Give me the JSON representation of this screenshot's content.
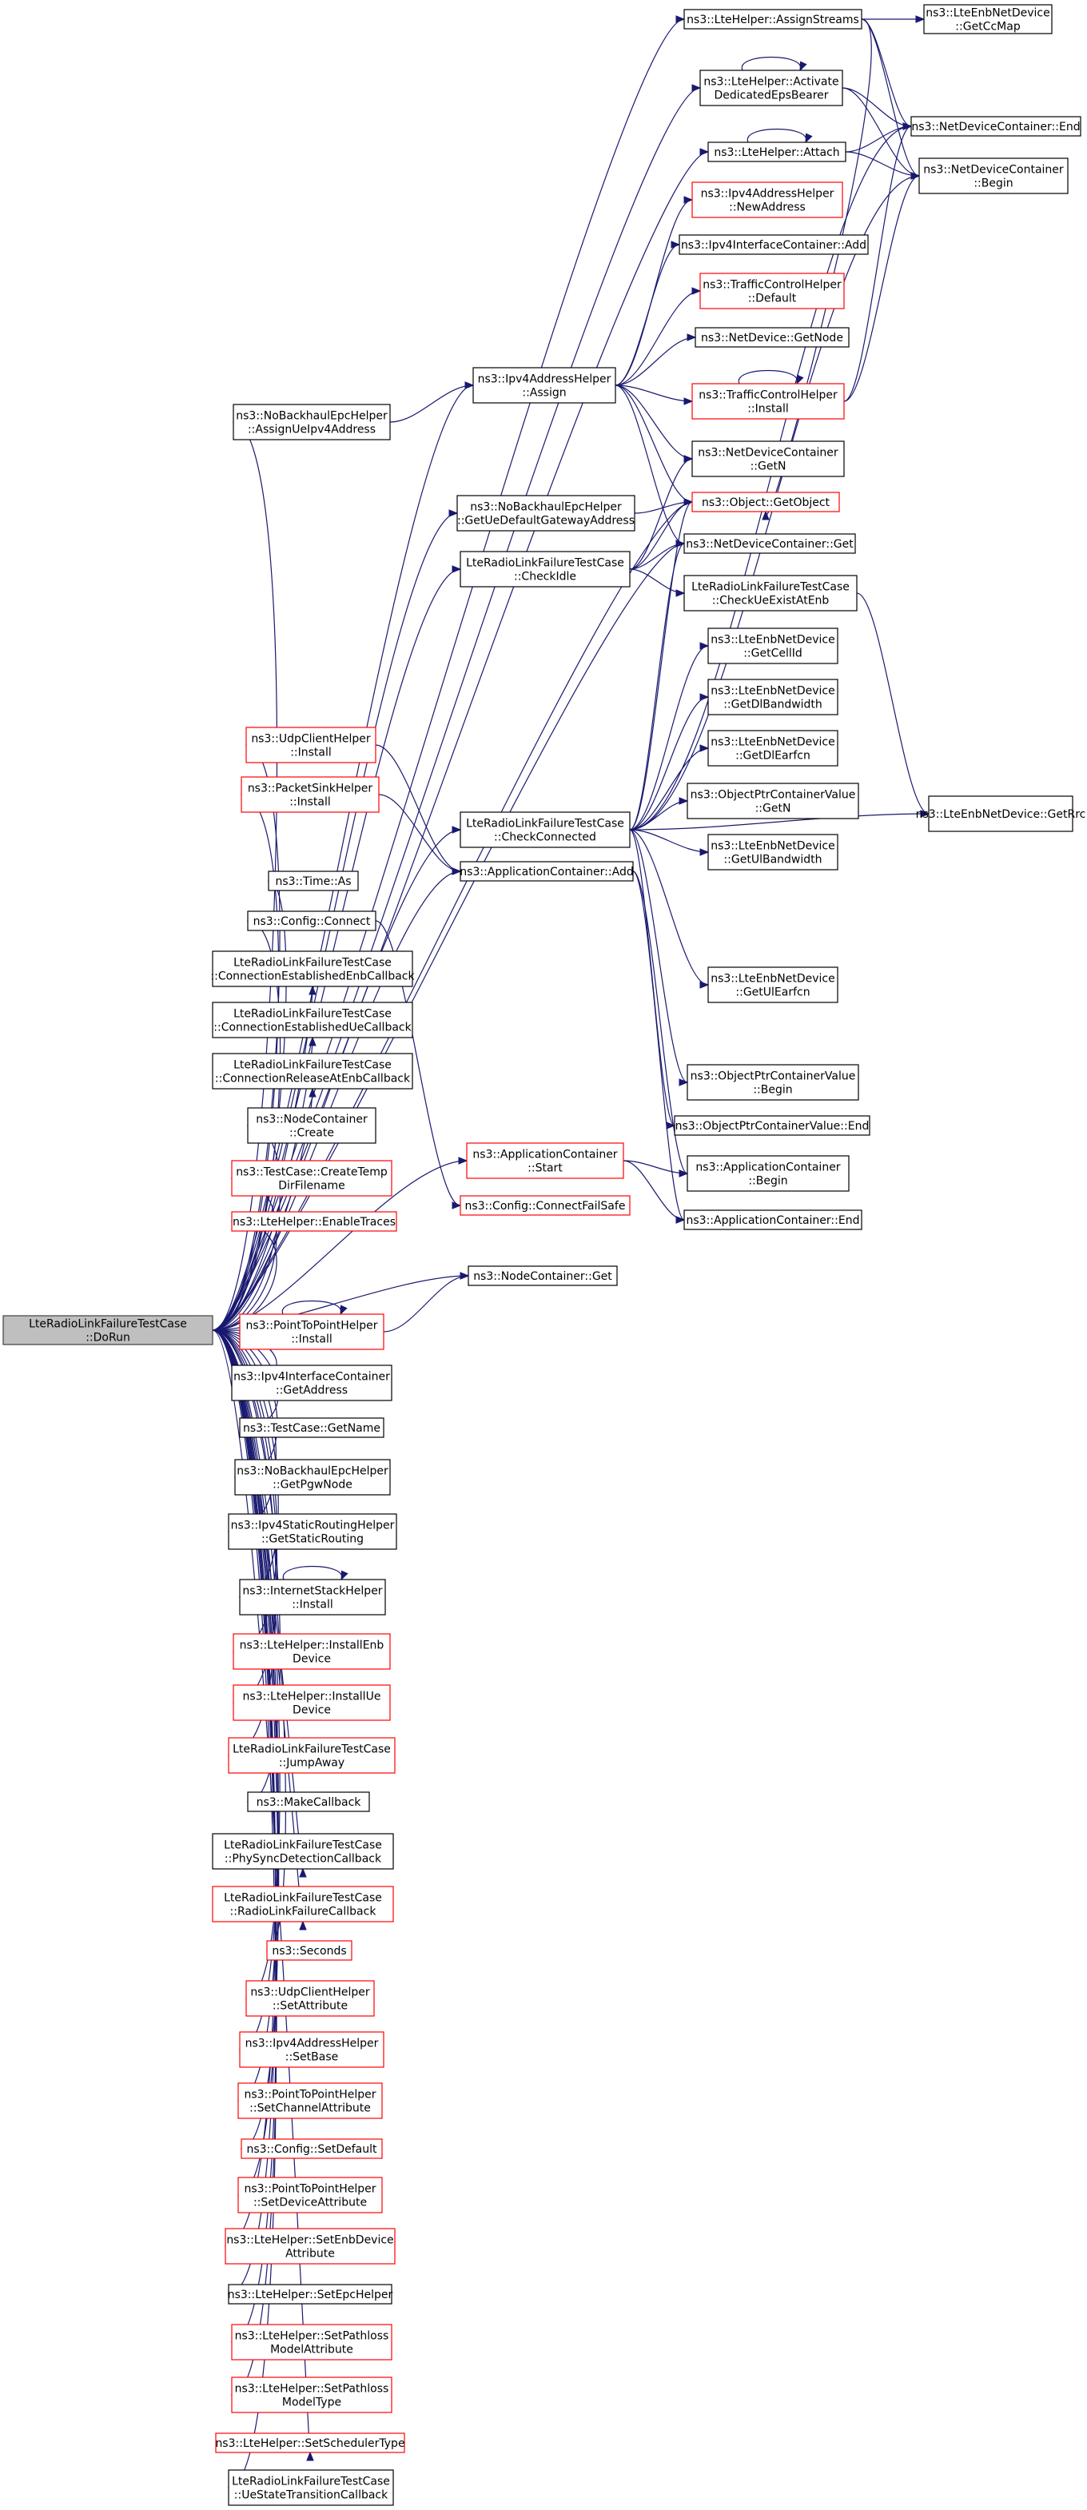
{
  "graph": {
    "nodes": [
      {
        "id": "root",
        "lines": [
          "LteRadioLinkFailureTestCase",
          "::DoRun"
        ],
        "style": "root"
      },
      {
        "id": "assignStreams",
        "lines": [
          "ns3::LteHelper::AssignStreams"
        ],
        "style": "black"
      },
      {
        "id": "getCcMap",
        "lines": [
          "ns3::LteEnbNetDevice",
          "::GetCcMap"
        ],
        "style": "black"
      },
      {
        "id": "activateDedicated",
        "lines": [
          "ns3::LteHelper::Activate",
          "DedicatedEpsBearer"
        ],
        "style": "black"
      },
      {
        "id": "ndcEnd",
        "lines": [
          "ns3::NetDeviceContainer::End"
        ],
        "style": "black"
      },
      {
        "id": "attach",
        "lines": [
          "ns3::LteHelper::Attach"
        ],
        "style": "black"
      },
      {
        "id": "ndcBegin",
        "lines": [
          "ns3::NetDeviceContainer",
          "::Begin"
        ],
        "style": "black"
      },
      {
        "id": "newAddress",
        "lines": [
          "ns3::Ipv4AddressHelper",
          "::NewAddress"
        ],
        "style": "red"
      },
      {
        "id": "ipv4icAdd",
        "lines": [
          "ns3::Ipv4InterfaceContainer::Add"
        ],
        "style": "black"
      },
      {
        "id": "tchDefault",
        "lines": [
          "ns3::TrafficControlHelper",
          "::Default"
        ],
        "style": "red"
      },
      {
        "id": "getNode",
        "lines": [
          "ns3::NetDevice::GetNode"
        ],
        "style": "black"
      },
      {
        "id": "assignUeIpv4",
        "lines": [
          "ns3::NoBackhaulEpcHelper",
          "::AssignUeIpv4Address"
        ],
        "style": "black"
      },
      {
        "id": "ipv4Assign",
        "lines": [
          "ns3::Ipv4AddressHelper",
          "::Assign"
        ],
        "style": "black"
      },
      {
        "id": "tchInstall",
        "lines": [
          "ns3::TrafficControlHelper",
          "::Install"
        ],
        "style": "red"
      },
      {
        "id": "ndcGetN",
        "lines": [
          "ns3::NetDeviceContainer",
          "::GetN"
        ],
        "style": "black"
      },
      {
        "id": "getUeDefaultGw",
        "lines": [
          "ns3::NoBackhaulEpcHelper",
          "::GetUeDefaultGatewayAddress"
        ],
        "style": "black"
      },
      {
        "id": "getObject",
        "lines": [
          "ns3::Object::GetObject"
        ],
        "style": "red"
      },
      {
        "id": "checkIdle",
        "lines": [
          "LteRadioLinkFailureTestCase",
          "::CheckIdle"
        ],
        "style": "black"
      },
      {
        "id": "ndcGet",
        "lines": [
          "ns3::NetDeviceContainer::Get"
        ],
        "style": "black"
      },
      {
        "id": "checkUeExist",
        "lines": [
          "LteRadioLinkFailureTestCase",
          "::CheckUeExistAtEnb"
        ],
        "style": "black"
      },
      {
        "id": "getCellId",
        "lines": [
          "ns3::LteEnbNetDevice",
          "::GetCellId"
        ],
        "style": "black"
      },
      {
        "id": "getDlBandwidth",
        "lines": [
          "ns3::LteEnbNetDevice",
          "::GetDlBandwidth"
        ],
        "style": "black"
      },
      {
        "id": "getDlEarfcn",
        "lines": [
          "ns3::LteEnbNetDevice",
          "::GetDlEarfcn"
        ],
        "style": "black"
      },
      {
        "id": "udpClientInstall",
        "lines": [
          "ns3::UdpClientHelper",
          "::Install"
        ],
        "style": "red"
      },
      {
        "id": "opcvGetN",
        "lines": [
          "ns3::ObjectPtrContainerValue",
          "::GetN"
        ],
        "style": "black"
      },
      {
        "id": "packetSinkInstall",
        "lines": [
          "ns3::PacketSinkHelper",
          "::Install"
        ],
        "style": "red"
      },
      {
        "id": "checkConnected",
        "lines": [
          "LteRadioLinkFailureTestCase",
          "::CheckConnected"
        ],
        "style": "black"
      },
      {
        "id": "getRrc",
        "lines": [
          "ns3::LteEnbNetDevice::GetRrc"
        ],
        "style": "black"
      },
      {
        "id": "getUlBandwidth",
        "lines": [
          "ns3::LteEnbNetDevice",
          "::GetUlBandwidth"
        ],
        "style": "black"
      },
      {
        "id": "timeAs",
        "lines": [
          "ns3::Time::As"
        ],
        "style": "black"
      },
      {
        "id": "appcAdd",
        "lines": [
          "ns3::ApplicationContainer::Add"
        ],
        "style": "black"
      },
      {
        "id": "configConnect",
        "lines": [
          "ns3::Config::Connect"
        ],
        "style": "black"
      },
      {
        "id": "connEstEnb",
        "lines": [
          "LteRadioLinkFailureTestCase",
          "::ConnectionEstablishedEnbCallback"
        ],
        "style": "black"
      },
      {
        "id": "getUlEarfcn",
        "lines": [
          "ns3::LteEnbNetDevice",
          "::GetUlEarfcn"
        ],
        "style": "black"
      },
      {
        "id": "connEstUe",
        "lines": [
          "LteRadioLinkFailureTestCase",
          "::ConnectionEstablishedUeCallback"
        ],
        "style": "black"
      },
      {
        "id": "connRelEnb",
        "lines": [
          "LteRadioLinkFailureTestCase",
          "::ConnectionReleaseAtEnbCallback"
        ],
        "style": "black"
      },
      {
        "id": "opcvBegin",
        "lines": [
          "ns3::ObjectPtrContainerValue",
          "::Begin"
        ],
        "style": "black"
      },
      {
        "id": "opcvEnd",
        "lines": [
          "ns3::ObjectPtrContainerValue::End"
        ],
        "style": "black"
      },
      {
        "id": "nodeCreate",
        "lines": [
          "ns3::NodeContainer",
          "::Create"
        ],
        "style": "black"
      },
      {
        "id": "appcStart",
        "lines": [
          "ns3::ApplicationContainer",
          "::Start"
        ],
        "style": "red"
      },
      {
        "id": "appcBegin",
        "lines": [
          "ns3::ApplicationContainer",
          "::Begin"
        ],
        "style": "black"
      },
      {
        "id": "createTemp",
        "lines": [
          "ns3::TestCase::CreateTemp",
          "DirFilename"
        ],
        "style": "red"
      },
      {
        "id": "connectFailSafe",
        "lines": [
          "ns3::Config::ConnectFailSafe"
        ],
        "style": "red"
      },
      {
        "id": "appcEnd",
        "lines": [
          "ns3::ApplicationContainer::End"
        ],
        "style": "black"
      },
      {
        "id": "enableTraces",
        "lines": [
          "ns3::LteHelper::EnableTraces"
        ],
        "style": "red"
      },
      {
        "id": "nodeGet",
        "lines": [
          "ns3::NodeContainer::Get"
        ],
        "style": "black"
      },
      {
        "id": "p2pInstall",
        "lines": [
          "ns3::PointToPointHelper",
          "::Install"
        ],
        "style": "red"
      },
      {
        "id": "ipv4icGetAddress",
        "lines": [
          "ns3::Ipv4InterfaceContainer",
          "::GetAddress"
        ],
        "style": "black"
      },
      {
        "id": "getName",
        "lines": [
          "ns3::TestCase::GetName"
        ],
        "style": "black"
      },
      {
        "id": "getPgwNode",
        "lines": [
          "ns3::NoBackhaulEpcHelper",
          "::GetPgwNode"
        ],
        "style": "black"
      },
      {
        "id": "getStaticRouting",
        "lines": [
          "ns3::Ipv4StaticRoutingHelper",
          "::GetStaticRouting"
        ],
        "style": "black"
      },
      {
        "id": "ishInstall",
        "lines": [
          "ns3::InternetStackHelper",
          "::Install"
        ],
        "style": "black"
      },
      {
        "id": "installEnb",
        "lines": [
          "ns3::LteHelper::InstallEnb",
          "Device"
        ],
        "style": "red"
      },
      {
        "id": "installUe",
        "lines": [
          "ns3::LteHelper::InstallUe",
          "Device"
        ],
        "style": "red"
      },
      {
        "id": "jumpAway",
        "lines": [
          "LteRadioLinkFailureTestCase",
          "::JumpAway"
        ],
        "style": "red"
      },
      {
        "id": "makeCallback",
        "lines": [
          "ns3::MakeCallback"
        ],
        "style": "black"
      },
      {
        "id": "phySync",
        "lines": [
          "LteRadioLinkFailureTestCase",
          "::PhySyncDetectionCallback"
        ],
        "style": "black"
      },
      {
        "id": "rlfCallback",
        "lines": [
          "LteRadioLinkFailureTestCase",
          "::RadioLinkFailureCallback"
        ],
        "style": "red"
      },
      {
        "id": "seconds",
        "lines": [
          "ns3::Seconds"
        ],
        "style": "red"
      },
      {
        "id": "udpSetAttr",
        "lines": [
          "ns3::UdpClientHelper",
          "::SetAttribute"
        ],
        "style": "red"
      },
      {
        "id": "ipv4SetBase",
        "lines": [
          "ns3::Ipv4AddressHelper",
          "::SetBase"
        ],
        "style": "red"
      },
      {
        "id": "p2pSetChannel",
        "lines": [
          "ns3::PointToPointHelper",
          "::SetChannelAttribute"
        ],
        "style": "red"
      },
      {
        "id": "configSetDefault",
        "lines": [
          "ns3::Config::SetDefault"
        ],
        "style": "red"
      },
      {
        "id": "p2pSetDevice",
        "lines": [
          "ns3::PointToPointHelper",
          "::SetDeviceAttribute"
        ],
        "style": "red"
      },
      {
        "id": "setEnbDevice",
        "lines": [
          "ns3::LteHelper::SetEnbDevice",
          "Attribute"
        ],
        "style": "red"
      },
      {
        "id": "setEpcHelper",
        "lines": [
          "ns3::LteHelper::SetEpcHelper"
        ],
        "style": "black"
      },
      {
        "id": "setPathlossAttr",
        "lines": [
          "ns3::LteHelper::SetPathloss",
          "ModelAttribute"
        ],
        "style": "red"
      },
      {
        "id": "setPathlossType",
        "lines": [
          "ns3::LteHelper::SetPathloss",
          "ModelType"
        ],
        "style": "red"
      },
      {
        "id": "setScheduler",
        "lines": [
          "ns3::LteHelper::SetSchedulerType"
        ],
        "style": "red"
      },
      {
        "id": "ueStateTransition",
        "lines": [
          "LteRadioLinkFailureTestCase",
          "::UeStateTransitionCallback"
        ],
        "style": "black"
      }
    ]
  }
}
